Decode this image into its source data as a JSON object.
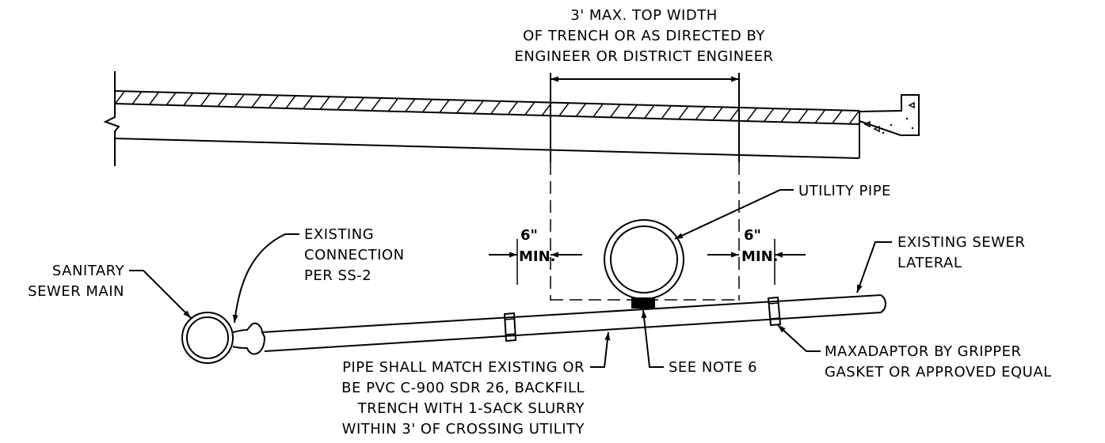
{
  "labels": {
    "top_width": [
      "3' MAX. TOP WIDTH",
      "OF TRENCH OR AS DIRECTED BY",
      "ENGINEER OR DISTRICT ENGINEER"
    ],
    "utility_pipe": "UTILITY PIPE",
    "existing_connection": [
      "EXISTING",
      "CONNECTION",
      "PER SS-2"
    ],
    "sanitary_main": [
      "SANITARY",
      "SEWER MAIN"
    ],
    "existing_lateral": [
      "EXISTING SEWER",
      "LATERAL"
    ],
    "left_clearance": [
      "6\"",
      "MIN."
    ],
    "right_clearance": [
      "6\"",
      "MIN."
    ],
    "maxadaptor": [
      "MAXADAPTOR BY GRIPPER",
      "GASKET OR APPROVED EQUAL"
    ],
    "see_note": "SEE NOTE 6",
    "pipe_note": [
      "PIPE SHALL MATCH EXISTING OR",
      "BE PVC C-900 SDR 26, BACKFILL",
      "TRENCH WITH 1-SACK SLURRY",
      "WITHIN 3' OF CROSSING UTILITY"
    ]
  }
}
